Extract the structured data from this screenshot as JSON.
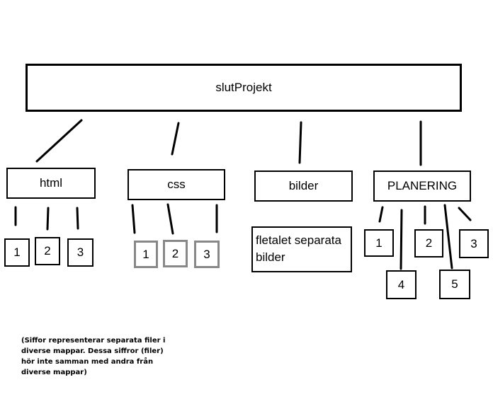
{
  "diagram": {
    "root": {
      "label": "slutProjekt"
    },
    "folders": [
      {
        "id": "html",
        "label": "html",
        "files": [
          "1",
          "2",
          "3"
        ]
      },
      {
        "id": "css",
        "label": "css",
        "files": [
          "1",
          "2",
          "3"
        ]
      },
      {
        "id": "bilder",
        "label": "bilder",
        "content": "fletalet separata bilder"
      },
      {
        "id": "planering",
        "label": "PLANERING",
        "files": [
          "1",
          "2",
          "3",
          "4",
          "5"
        ]
      }
    ],
    "note": "(Siffor representerar separata filer i diverse mappar. Dessa siffror (filer) hör inte samman med andra från diverse mappar)"
  }
}
